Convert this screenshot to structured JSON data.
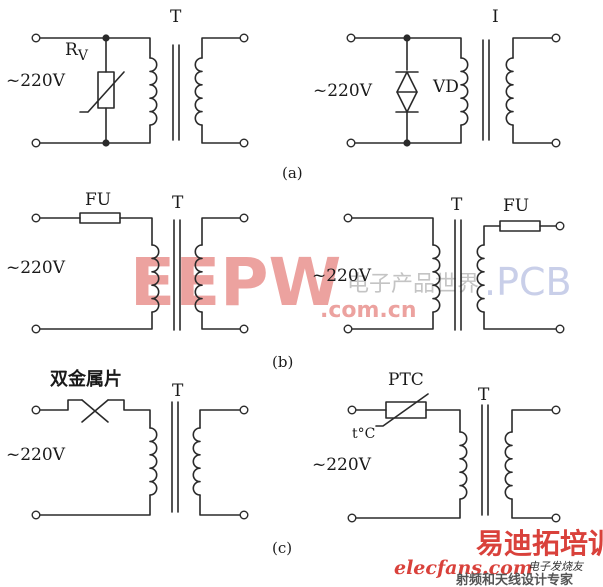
{
  "labels": {
    "transformer": "T",
    "transformer_alt": "I",
    "supply": "~220V",
    "varistor": "RV",
    "varistor_main": "R",
    "varistor_sub": "V",
    "diode": "VD",
    "fuse": "FU",
    "bimetal": "双金属片",
    "ptc": "PTC",
    "temp": "t°C"
  },
  "captions": {
    "a": "(a)",
    "b": "(b)",
    "c": "(c)"
  },
  "watermark": {
    "brand": "EEPW",
    "domain": ".com.cn",
    "cn": "电子产品世界",
    "pcb": ".PCB"
  },
  "branding": {
    "logo_cn": "易迪拓培训",
    "logo_en": "elecfans.com",
    "logo_cn_small": "电子发烧友",
    "tagline": "射频和天线设计专家"
  }
}
